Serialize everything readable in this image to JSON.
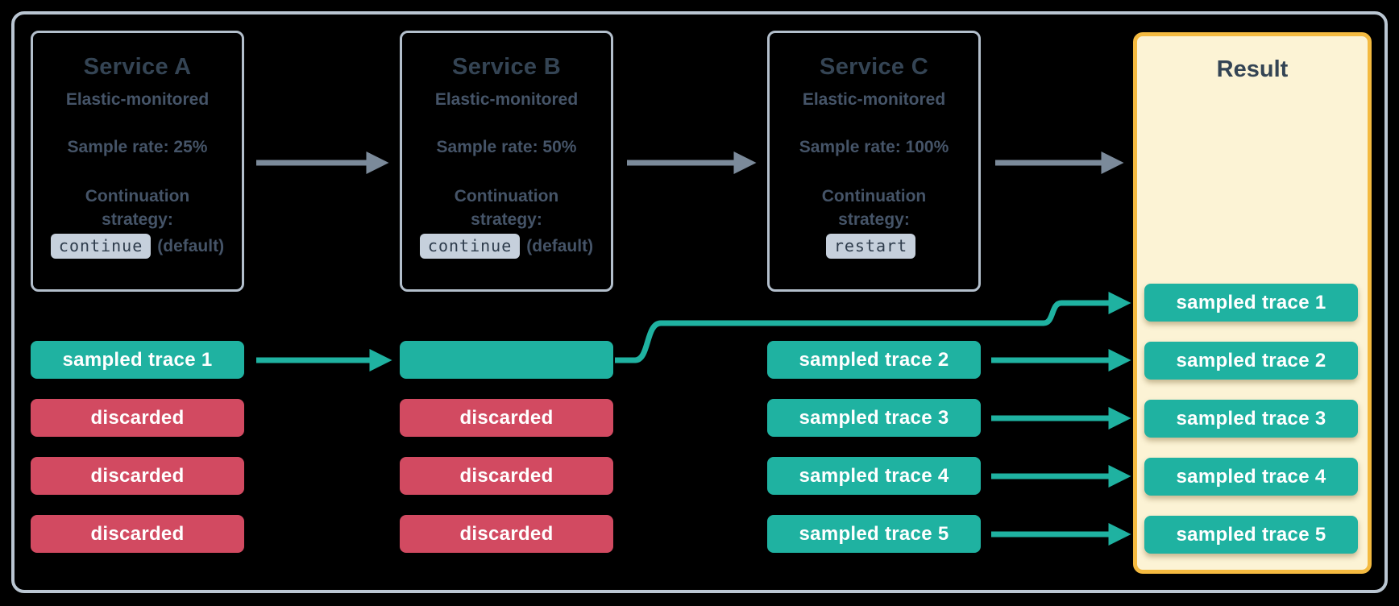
{
  "diagram": {
    "services": [
      {
        "title": "Service A",
        "monitoring": "Elastic-monitored",
        "sample_rate": "Sample rate: 25%",
        "strategy_label": "Continuation strategy:",
        "strategy_code": "continue",
        "strategy_note": "(default)"
      },
      {
        "title": "Service B",
        "monitoring": "Elastic-monitored",
        "sample_rate": "Sample rate: 50%",
        "strategy_label": "Continuation strategy:",
        "strategy_code": "continue",
        "strategy_note": "(default)"
      },
      {
        "title": "Service C",
        "monitoring": "Elastic-monitored",
        "sample_rate": "Sample rate: 100%",
        "strategy_label": "Continuation strategy:",
        "strategy_code": "restart",
        "strategy_note": ""
      }
    ],
    "trace_columns": [
      {
        "rows": [
          {
            "label": "sampled trace 1",
            "type": "sampled"
          },
          {
            "label": "discarded",
            "type": "discarded"
          },
          {
            "label": "discarded",
            "type": "discarded"
          },
          {
            "label": "discarded",
            "type": "discarded"
          }
        ]
      },
      {
        "rows": [
          {
            "label": "",
            "type": "sampled"
          },
          {
            "label": "discarded",
            "type": "discarded"
          },
          {
            "label": "discarded",
            "type": "discarded"
          },
          {
            "label": "discarded",
            "type": "discarded"
          }
        ]
      },
      {
        "rows": [
          {
            "label": "sampled trace 2",
            "type": "sampled"
          },
          {
            "label": "sampled trace 3",
            "type": "sampled"
          },
          {
            "label": "sampled trace 4",
            "type": "sampled"
          },
          {
            "label": "sampled trace 5",
            "type": "sampled"
          }
        ]
      }
    ],
    "result": {
      "title": "Result",
      "rows": [
        "sampled trace 1",
        "sampled trace 2",
        "sampled trace 3",
        "sampled trace 4",
        "sampled trace 5"
      ]
    },
    "colors": {
      "sampled": "#1FB2A1",
      "discarded": "#D24A61",
      "result_bg": "#FCF3D5",
      "result_border": "#F4BA40",
      "flow_arrow": "#7B8A9A",
      "text_dark": "#344454",
      "text_body": "#455468",
      "chip_bg": "#C6D0DC",
      "frame_border": "#BAC6D2"
    }
  }
}
